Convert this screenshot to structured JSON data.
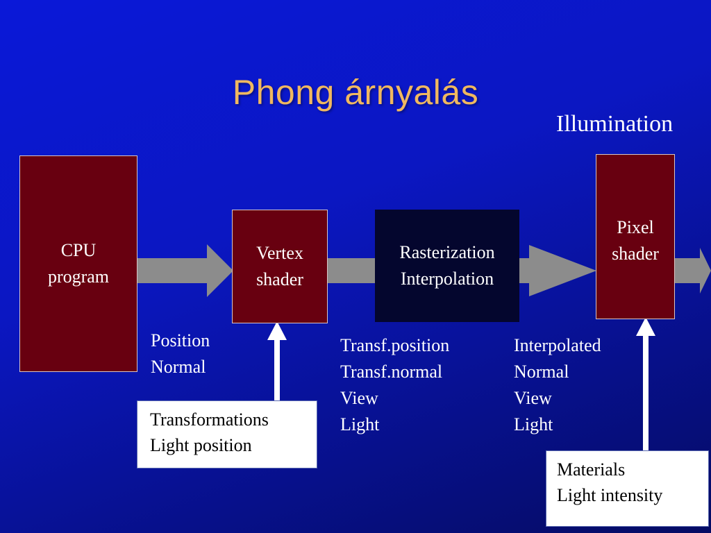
{
  "title": "Phong árnyalás",
  "illumination_label": "Illumination",
  "nodes": {
    "cpu": [
      "CPU",
      "program"
    ],
    "vertex": [
      "Vertex",
      "shader"
    ],
    "raster": [
      "Rasterization",
      "Interpolation"
    ],
    "pixel": [
      "Pixel",
      "shader"
    ]
  },
  "labels": {
    "cpu_out": [
      "Position",
      "Normal"
    ],
    "vertex_out": [
      "Transf.position",
      "Transf.normal",
      "View",
      "Light"
    ],
    "raster_out": [
      "Interpolated",
      "Normal",
      "View",
      "Light"
    ]
  },
  "inputs": {
    "vertex_uniforms": [
      "Transformations",
      "Light position"
    ],
    "pixel_uniforms": [
      "Materials",
      "Light intensity"
    ]
  },
  "colors": {
    "title": "#f0b860",
    "node_fill": "#680010",
    "raster_fill": "#04062e",
    "flow_arrow": "#8c8c8c",
    "input_arrow": "#ffffff",
    "background": "#0b17c2"
  }
}
